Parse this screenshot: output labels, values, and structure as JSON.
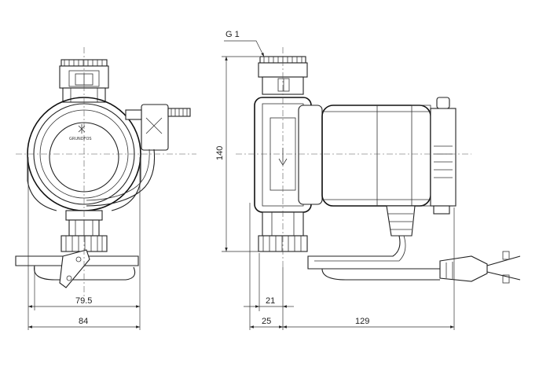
{
  "drawing": {
    "thread_label": "G 1",
    "dimensions": {
      "width_inner": "79.5",
      "width_overall": "84",
      "height": "140",
      "offset_21": "21",
      "offset_25": "25",
      "length": "129"
    },
    "brand_text": "GRUNDFOS"
  }
}
